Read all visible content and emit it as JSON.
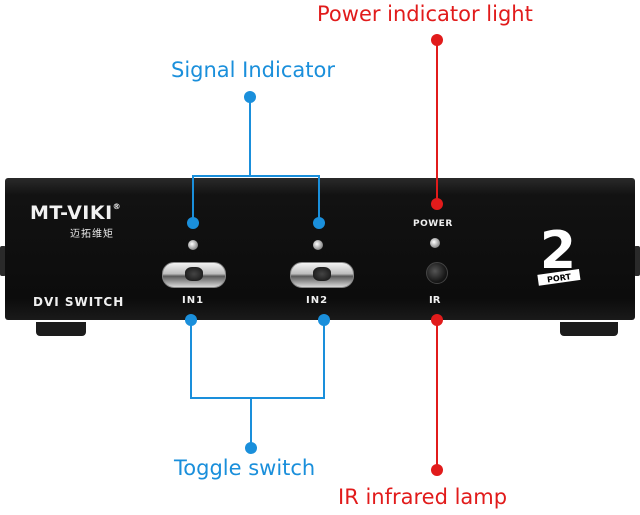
{
  "callouts": {
    "power_indicator": "Power indicator light",
    "signal_indicator": "Signal Indicator",
    "toggle_switch": "Toggle switch",
    "ir_lamp": "IR infrared lamp"
  },
  "device": {
    "brand": "MT-VIKI",
    "brand_mark": "®",
    "brand_cn": "迈拓维矩",
    "model_label": "DVI SWITCH",
    "in1_label": "IN1",
    "in2_label": "IN2",
    "power_label": "POWER",
    "ir_label": "IR",
    "port_number": "2",
    "port_text": "PORT"
  },
  "colors": {
    "blue_callout": "#1a8fdb",
    "red_callout": "#e11b1b",
    "device_body": "#0c0c0c"
  }
}
